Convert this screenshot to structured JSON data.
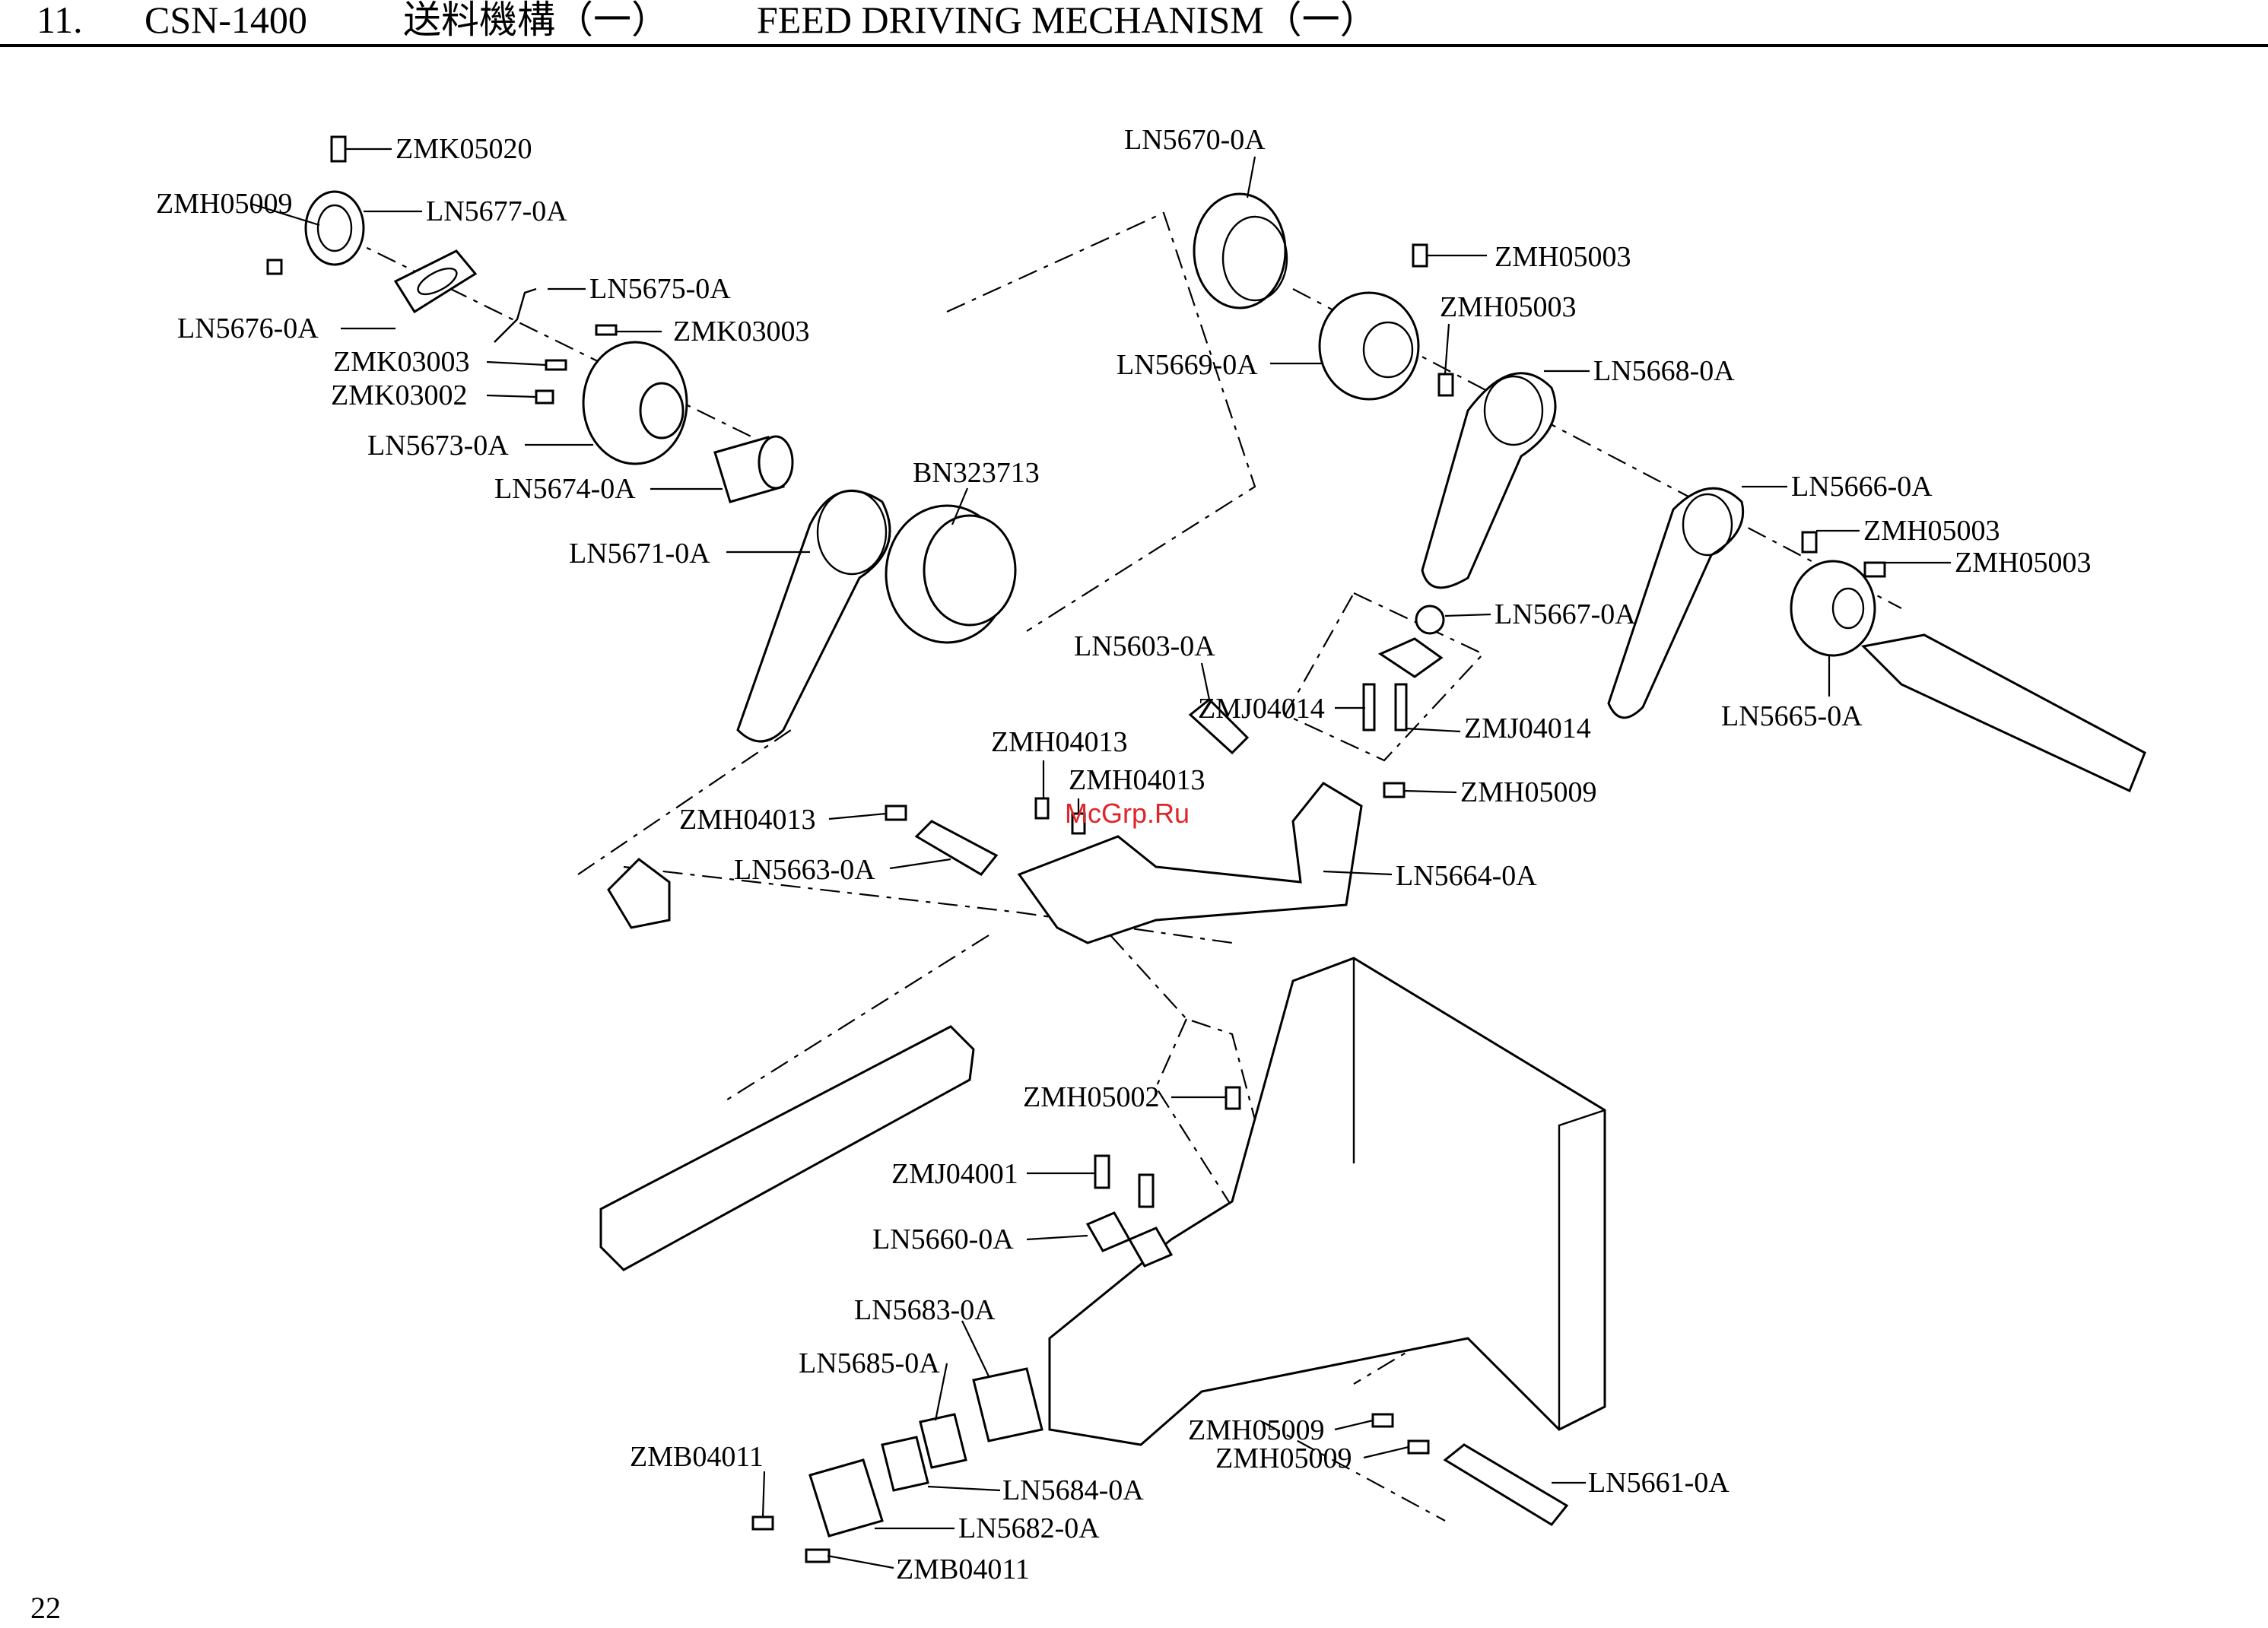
{
  "header": {
    "section_number": "11.",
    "model": "CSN-1400",
    "title_cn": "送料機構（一）",
    "title_en": "FEED DRIVING MECHANISM（一）"
  },
  "page_number": "22",
  "watermark": "McGrp.Ru",
  "parts": {
    "zmk05020": "ZMK05020",
    "zmh05009_a": "ZMH05009",
    "ln5677": "LN5677-0A",
    "ln5675": "LN5675-0A",
    "ln5676": "LN5676-0A",
    "zmk03003_a": "ZMK03003",
    "zmk03003_b": "ZMK03003",
    "zmk03002": "ZMK03002",
    "ln5673": "LN5673-0A",
    "ln5674": "LN5674-0A",
    "bn323713": "BN323713",
    "ln5671": "LN5671-0A",
    "ln5670": "LN5670-0A",
    "zmh05003_a": "ZMH05003",
    "zmh05003_b": "ZMH05003",
    "ln5669": "LN5669-0A",
    "ln5668": "LN5668-0A",
    "ln5666": "LN5666-0A",
    "zmh05003_c": "ZMH05003",
    "zmh05003_d": "ZMH05003",
    "ln5667": "LN5667-0A",
    "ln5603": "LN5603-0A",
    "zmj04014_a": "ZMJ04014",
    "zmj04014_b": "ZMJ04014",
    "ln5665": "LN5665-0A",
    "zmh04013_a": "ZMH04013",
    "zmh04013_b": "ZMH04013",
    "zmh05009_b": "ZMH05009",
    "zmh04013_c": "ZMH04013",
    "ln5663": "LN5663-0A",
    "ln5664": "LN5664-0A",
    "zmh05002": "ZMH05002",
    "zmj04001": "ZMJ04001",
    "ln5660": "LN5660-0A",
    "ln5683": "LN5683-0A",
    "ln5685": "LN5685-0A",
    "zmh05009_c": "ZMH05009",
    "zmh05009_d": "ZMH05009",
    "zmb04011_a": "ZMB04011",
    "ln5684": "LN5684-0A",
    "ln5661": "LN5661-0A",
    "ln5682": "LN5682-0A",
    "zmb04011_b": "ZMB04011"
  }
}
